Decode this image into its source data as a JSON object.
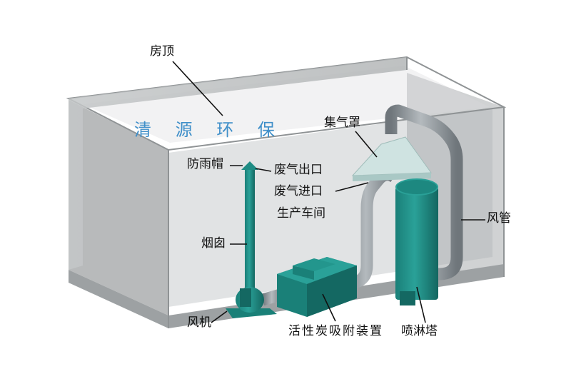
{
  "brand": "清 源 环 保",
  "labels": {
    "roof": "房顶",
    "gas_hood": "集气罩",
    "rain_cap": "防雨帽",
    "exhaust_outlet": "废气出口",
    "exhaust_inlet": "废气进口",
    "workshop": "生产车间",
    "air_duct": "风管",
    "chimney": "烟囱",
    "fan": "风机",
    "carbon_adsorber": "活性炭吸附装置",
    "spray_tower": "喷淋塔"
  },
  "colors": {
    "room_wall": "#b9bcbd",
    "room_edge": "#8f9395",
    "equipment": "#1e8c84",
    "equipment_dark": "#156b65",
    "duct": "#8a9196",
    "hood": "#cfe3e1",
    "brand": "#3f8fc9"
  }
}
